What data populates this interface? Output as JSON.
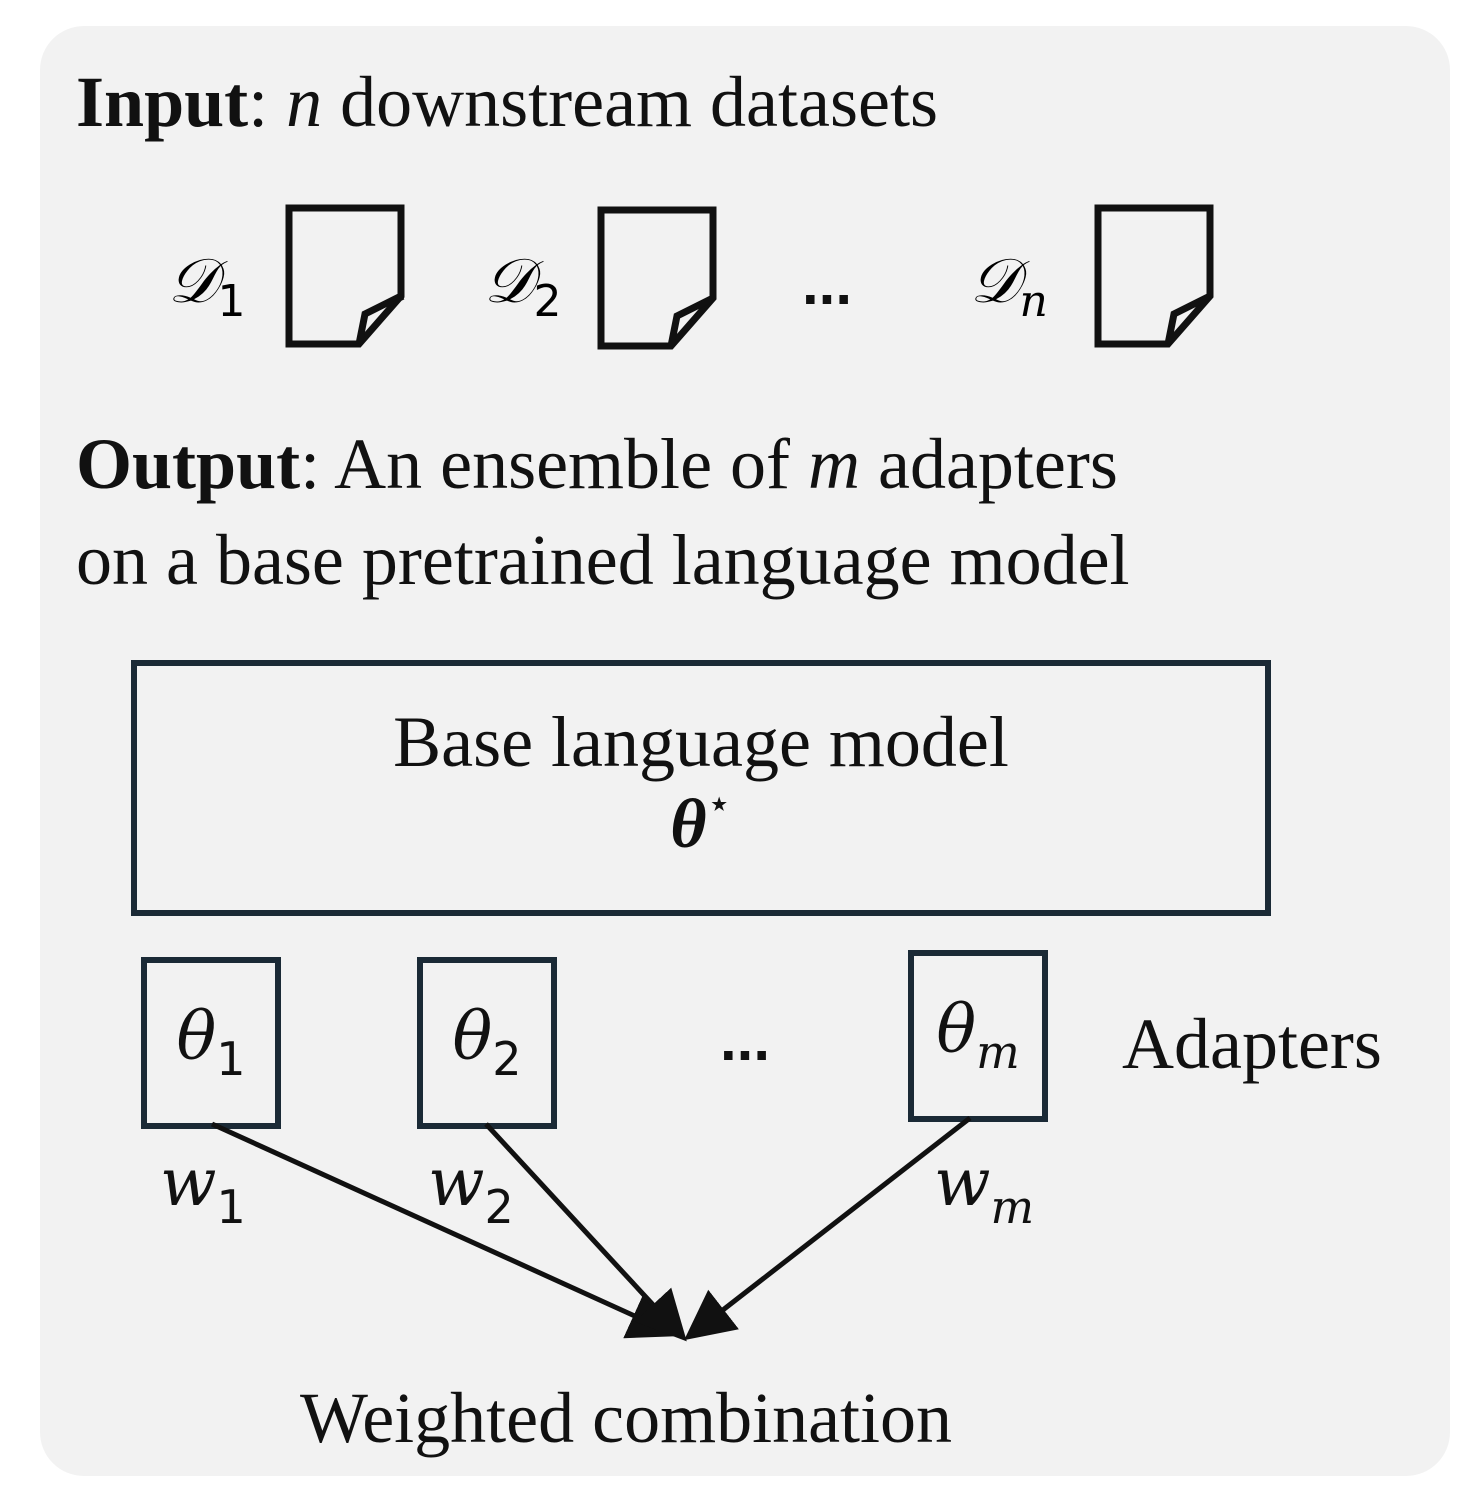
{
  "input": {
    "label": "Input",
    "sep": ": ",
    "var": "n",
    "rest": " downstream datasets"
  },
  "datasets": [
    {
      "symbol": "𝒟",
      "sub": "1"
    },
    {
      "symbol": "𝒟",
      "sub": "2"
    },
    {
      "symbol": "𝒟",
      "sub": "n"
    }
  ],
  "datasets_ellipsis": "...",
  "output": {
    "label": "Output",
    "sep": ": ",
    "text_a": "An ensemble of ",
    "var": "m",
    "text_b": " adapters",
    "line2": "on a base pretrained language model"
  },
  "base_model": {
    "title": "Base language model",
    "symbol": "θ",
    "sup": "⋆"
  },
  "adapters": [
    {
      "symbol": "θ",
      "sub": "1"
    },
    {
      "symbol": "θ",
      "sub": "2"
    },
    {
      "symbol": "θ",
      "sub": "m"
    }
  ],
  "adapters_ellipsis": "...",
  "adapters_label": "Adapters",
  "weights": [
    {
      "symbol": "w",
      "sub": "1"
    },
    {
      "symbol": "w",
      "sub": "2"
    },
    {
      "symbol": "w",
      "sub": "m"
    }
  ],
  "combination_label": "Weighted combination",
  "colors": {
    "panel": "#f2f2f2",
    "box_border": "#1b2a36",
    "text": "#111111"
  }
}
